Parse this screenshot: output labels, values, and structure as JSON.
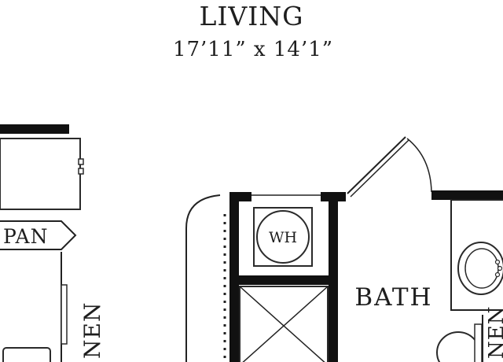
{
  "rooms": {
    "living": {
      "name": "LIVING",
      "dimensions": "17’11” x 14’1”"
    },
    "bath": {
      "name": "BATH"
    },
    "pantry": {
      "name": "PAN"
    },
    "linen_left": {
      "name": "NEN"
    },
    "linen_right": {
      "name": "NEN"
    }
  },
  "fixtures": {
    "water_heater": {
      "label": "WH"
    }
  },
  "colors": {
    "wall": "#111111",
    "line": "#222222",
    "background": "#ffffff"
  }
}
